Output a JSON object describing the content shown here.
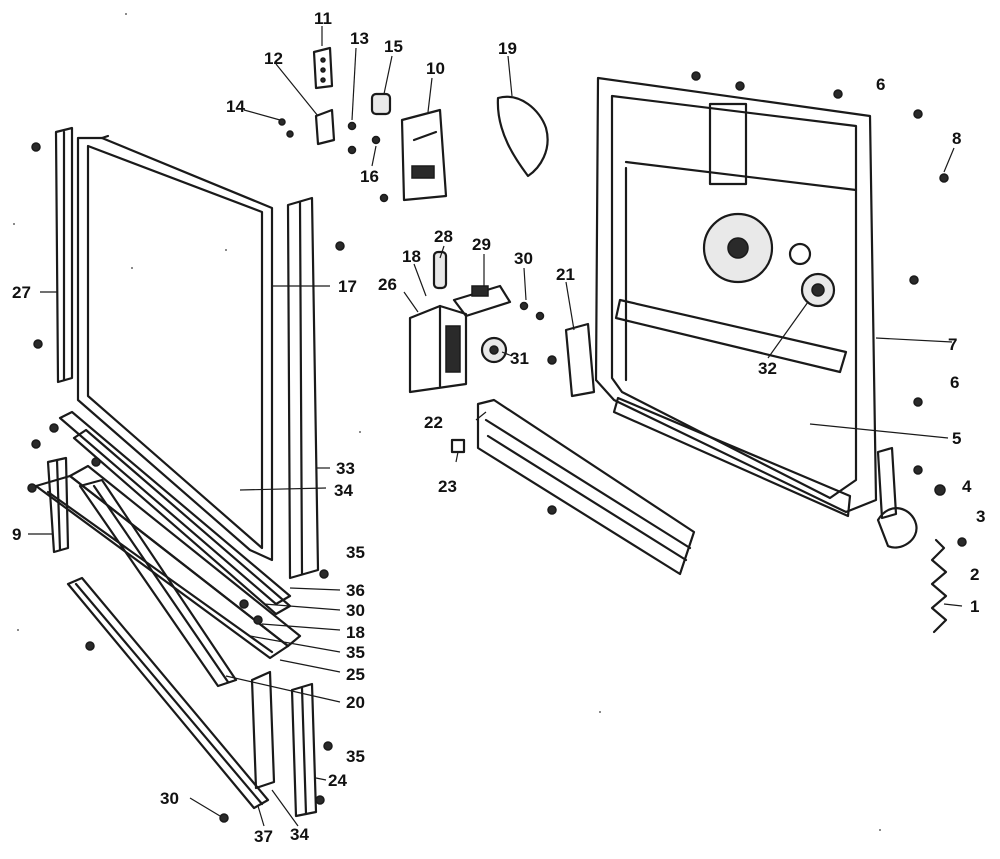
{
  "callouts": [
    {
      "id": "c1",
      "text": "1"
    },
    {
      "id": "c2",
      "text": "2"
    },
    {
      "id": "c3",
      "text": "3"
    },
    {
      "id": "c4",
      "text": "4"
    },
    {
      "id": "c5",
      "text": "5"
    },
    {
      "id": "c6a",
      "text": "6"
    },
    {
      "id": "c6b",
      "text": "6"
    },
    {
      "id": "c7",
      "text": "7"
    },
    {
      "id": "c8",
      "text": "8"
    },
    {
      "id": "c9",
      "text": "9"
    },
    {
      "id": "c10",
      "text": "10"
    },
    {
      "id": "c11",
      "text": "11"
    },
    {
      "id": "c12",
      "text": "12"
    },
    {
      "id": "c13",
      "text": "13"
    },
    {
      "id": "c14",
      "text": "14"
    },
    {
      "id": "c15",
      "text": "15"
    },
    {
      "id": "c16",
      "text": "16"
    },
    {
      "id": "c17",
      "text": "17"
    },
    {
      "id": "c18a",
      "text": "18"
    },
    {
      "id": "c18b",
      "text": "18"
    },
    {
      "id": "c19",
      "text": "19"
    },
    {
      "id": "c20",
      "text": "20"
    },
    {
      "id": "c21",
      "text": "21"
    },
    {
      "id": "c22",
      "text": "22"
    },
    {
      "id": "c23",
      "text": "23"
    },
    {
      "id": "c24",
      "text": "24"
    },
    {
      "id": "c25",
      "text": "25"
    },
    {
      "id": "c26",
      "text": "26"
    },
    {
      "id": "c27",
      "text": "27"
    },
    {
      "id": "c28",
      "text": "28"
    },
    {
      "id": "c29",
      "text": "29"
    },
    {
      "id": "c30a",
      "text": "30"
    },
    {
      "id": "c30b",
      "text": "30"
    },
    {
      "id": "c30c",
      "text": "30"
    },
    {
      "id": "c31",
      "text": "31"
    },
    {
      "id": "c32",
      "text": "32"
    },
    {
      "id": "c33",
      "text": "33"
    },
    {
      "id": "c34a",
      "text": "34"
    },
    {
      "id": "c34b",
      "text": "34"
    },
    {
      "id": "c35a",
      "text": "35"
    },
    {
      "id": "c35b",
      "text": "35"
    },
    {
      "id": "c35c",
      "text": "35"
    },
    {
      "id": "c36",
      "text": "36"
    },
    {
      "id": "c37",
      "text": "37"
    }
  ]
}
